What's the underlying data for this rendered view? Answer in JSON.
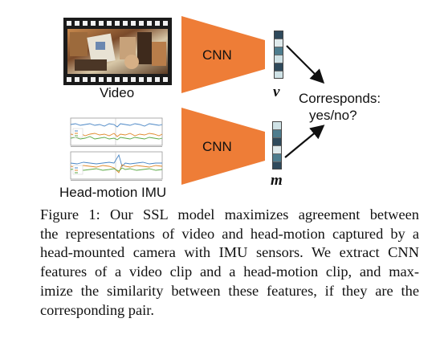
{
  "figure": {
    "video_label": "Video",
    "imu_label": "Head-motion IMU",
    "cnn_top_label": "CNN",
    "cnn_bottom_label": "CNN",
    "v_symbol": "v",
    "m_symbol": "m",
    "corresponds_line1": "Corresponds:",
    "corresponds_line2": "yes/no?",
    "colors": {
      "cnn_orange": "#ee7d37",
      "vec_dark": "#2f4a5c",
      "vec_mid": "#4e7d8e",
      "vec_light": "#cfe2e6",
      "film_black": "#1b1b1b"
    }
  },
  "caption": {
    "lines": [
      "Figure 1: Our SSL model maximizes agreement between",
      "the representations of video and head-motion captured by a",
      "head-mounted camera with IMU sensors. We extract CNN",
      "features of a video clip and a head-motion clip, and max-",
      "imize the similarity between these features, if they are the",
      "corresponding pair."
    ]
  }
}
